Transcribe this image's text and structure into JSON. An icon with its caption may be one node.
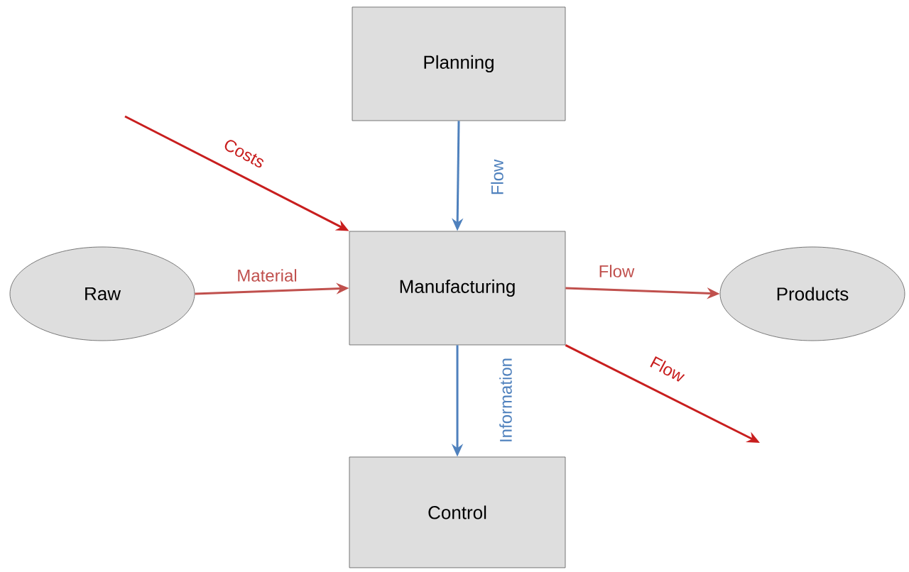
{
  "diagram": {
    "nodes": [
      {
        "text": [
          "Planning"
        ]
      },
      {
        "text": [
          "Raw"
        ]
      },
      {
        "text": [
          "Manufacturing"
        ]
      },
      {
        "text": [
          "Products"
        ]
      },
      {
        "text": [
          "Control"
        ]
      }
    ],
    "edges": [
      {
        "from": 0,
        "to": 2,
        "arrow": "to",
        "label": "Flow",
        "color": "#4f81bd"
      },
      {
        "from": null,
        "to": 2,
        "arrow": "to",
        "label": "Costs",
        "color": "#c81e1e"
      },
      {
        "from": 1,
        "to": 2,
        "arrow": "to",
        "label": "Material",
        "color": "#c0504d"
      },
      {
        "from": 2,
        "to": 3,
        "arrow": "to",
        "label": "Flow",
        "color": "#c0504d"
      },
      {
        "from": 2,
        "to": null,
        "arrow": "to",
        "label": "Flow",
        "color": "#c81e1e"
      },
      {
        "from": 2,
        "to": 4,
        "arrow": "to",
        "label": "Information",
        "color": "#4f81bd"
      }
    ]
  }
}
